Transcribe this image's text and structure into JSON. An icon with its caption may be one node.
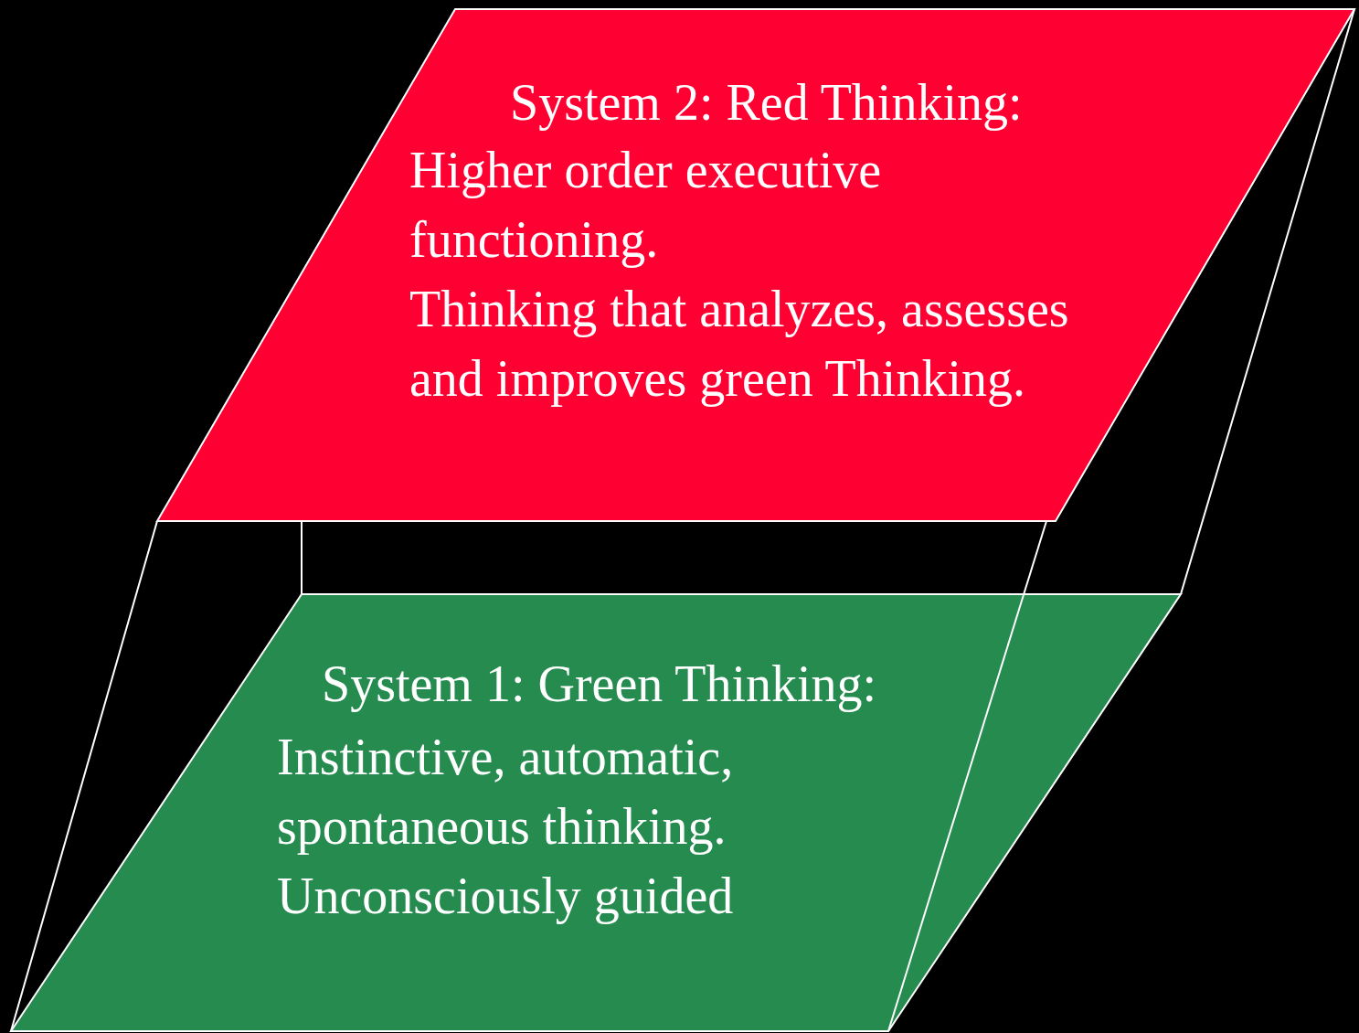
{
  "diagram": {
    "nodes": [
      {
        "text": [
          "System 2: Red Thinking:",
          "Higher order executive functioning.",
          "Thinking that analyzes, assesses and improves green Thinking."
        ]
      },
      {
        "text": [
          "System 1: Green Thinking:",
          "Instinctive, automatic, spontaneous thinking.",
          "Unconsciously guided"
        ]
      }
    ],
    "edges": [
      {
        "from": 0,
        "to": 1,
        "arrow": "none"
      },
      {
        "from": 0,
        "to": 1,
        "arrow": "none"
      },
      {
        "from": 0,
        "to": 1,
        "arrow": "none"
      },
      {
        "from": 0,
        "to": 1,
        "arrow": "none"
      }
    ]
  }
}
